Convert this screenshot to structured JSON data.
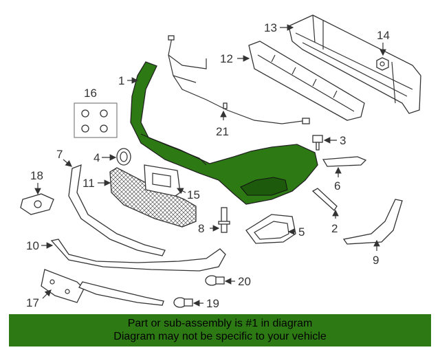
{
  "callouts": {
    "c1": "1",
    "c2": "2",
    "c3": "3",
    "c4": "4",
    "c5": "5",
    "c6": "6",
    "c7": "7",
    "c8": "8",
    "c9": "9",
    "c10": "10",
    "c11": "11",
    "c12": "12",
    "c13": "13",
    "c14": "14",
    "c15": "15",
    "c16": "16",
    "c17": "17",
    "c18": "18",
    "c19": "19",
    "c20": "20",
    "c21": "21"
  },
  "highlight_color": "#2d7a15",
  "footer": {
    "line1": "Part or sub-assembly is #1 in diagram",
    "line2": "Diagram may not be specific to your vehicle"
  }
}
